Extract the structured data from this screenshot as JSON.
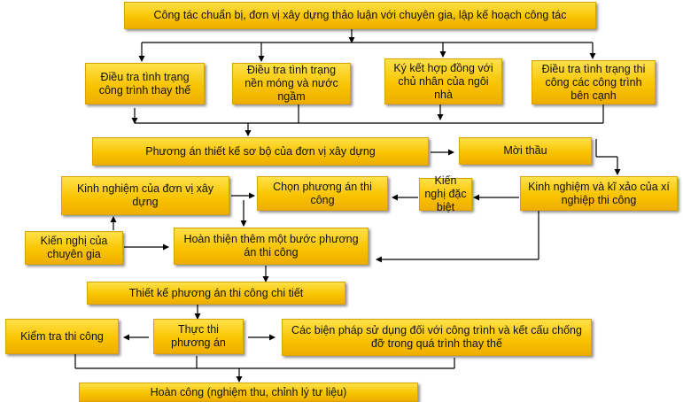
{
  "nodes": {
    "top": "Công tác chuẩn bị, đơn vị xây dựng thảo luận với chuyên gia, lập kế hoạch công tác",
    "survey_replace": "Điều tra tình trạng công trình thay thế",
    "survey_foundation": "Điều tra tình trạng nền móng và nước ngầm",
    "contract_owner": "Ký kết hợp đồng với chủ nhân của ngôi nhà",
    "survey_adjacent": "Điều tra tình trạng thi công các công trình bên cạnh",
    "preliminary_design": "Phương án thiết kế sơ bộ của đơn vị xây dựng",
    "tender": "Mời thầu",
    "unit_experience": "Kinh nghiệm của đơn vị xây dựng",
    "choose_plan": "Chọn phương án thi công",
    "special_proposal": "Kiến nghị đặc biệt",
    "enterprise_experience": "Kinh nghiệm và kĩ xảo của xí nghiệp thi công",
    "expert_proposal": "Kiến nghị của chuyên gia",
    "refine_plan": "Hoàn thiện thêm một bước phương án thi công",
    "detailed_design": "Thiết kế phương án thi công chi tiết",
    "inspection": "Kiểm tra thi công",
    "execute_plan": "Thực thi phương án",
    "measures": "Các biện pháp sử dụng đối với công trình và kết cấu chống đỡ trong quá trình thay thế",
    "completion": "Hoàn công (nghiệm thu, chỉnh lý tư liệu)"
  }
}
